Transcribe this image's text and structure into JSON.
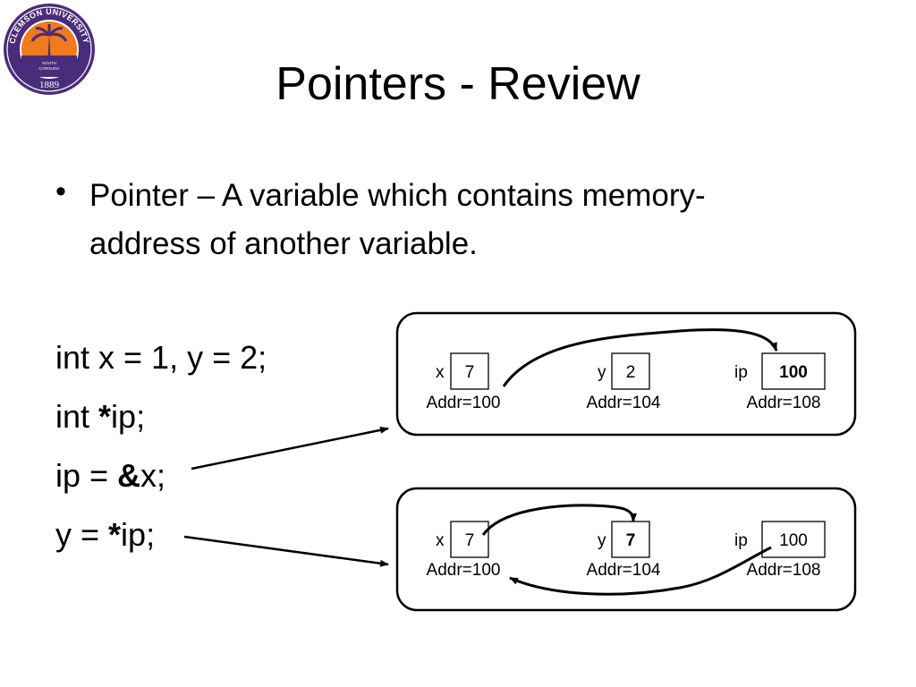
{
  "logo": {
    "name": "Clemson University seal",
    "top_text": "CLEMSON UNIVERSITY",
    "state_text_1": "SOUTH",
    "state_text_2": "CAROLINA",
    "year": "1889",
    "colors": {
      "purple": "#4a2d7a",
      "orange": "#f07a1c"
    }
  },
  "slide": {
    "title": "Pointers - Review",
    "bullet_marker": "•",
    "bullet_line_1": "Pointer – A variable which contains memory-",
    "bullet_line_2": "address of another variable."
  },
  "code": {
    "line1": "int x = 1, y = 2;",
    "line2_pre": "int ",
    "line2_star": "*",
    "line2_post": "ip;",
    "line3_pre": "ip = ",
    "line3_amp": "&",
    "line3_post": "x;",
    "line4_pre": "y = ",
    "line4_star": "*",
    "line4_post": "ip;"
  },
  "panels": [
    {
      "cells": [
        {
          "name": "x",
          "value": "7",
          "addr": "Addr=100",
          "bold": false
        },
        {
          "name": "y",
          "value": "2",
          "addr": "Addr=104",
          "bold": false
        },
        {
          "name": "ip",
          "value": "100",
          "addr": "Addr=108",
          "bold": true
        }
      ]
    },
    {
      "cells": [
        {
          "name": "x",
          "value": "7",
          "addr": "Addr=100",
          "bold": false
        },
        {
          "name": "y",
          "value": "7",
          "addr": "Addr=104",
          "bold": true
        },
        {
          "name": "ip",
          "value": "100",
          "addr": "Addr=108",
          "bold": false
        }
      ]
    }
  ]
}
